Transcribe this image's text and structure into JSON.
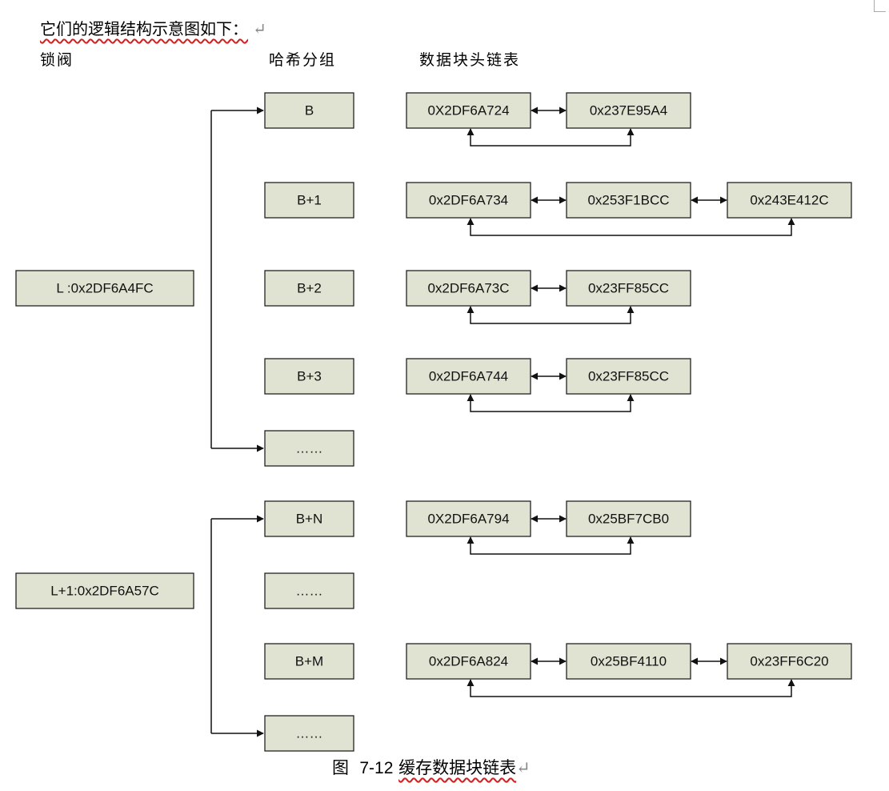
{
  "intro": {
    "text": "它们的逻辑结构示意图如下：",
    "mark": "↵"
  },
  "headers": {
    "latch": "锁阀",
    "hash_group": "哈希分组",
    "block_chain": "数据块头链表"
  },
  "latches": [
    "L  :0x2DF6A4FC",
    "L+1:0x2DF6A57C"
  ],
  "groups": [
    {
      "label": "B",
      "chain": [
        "0X2DF6A724",
        "0x237E95A4"
      ]
    },
    {
      "label": "B+1",
      "chain": [
        "0x2DF6A734",
        "0x253F1BCC",
        "0x243E412C"
      ]
    },
    {
      "label": "B+2",
      "chain": [
        "0x2DF6A73C",
        "0x23FF85CC"
      ]
    },
    {
      "label": "B+3",
      "chain": [
        "0x2DF6A744",
        "0x23FF85CC"
      ]
    },
    {
      "label": "……",
      "chain": []
    },
    {
      "label": "B+N",
      "chain": [
        "0X2DF6A794",
        "0x25BF7CB0"
      ]
    },
    {
      "label": "……",
      "chain": []
    },
    {
      "label": "B+M",
      "chain": [
        "0x2DF6A824",
        "0x25BF4110",
        "0x23FF6C20"
      ]
    },
    {
      "label": "……",
      "chain": []
    }
  ],
  "caption": {
    "prefix": "图",
    "number": "7-12",
    "title": "缓存数据块链表",
    "mark": "↵"
  }
}
